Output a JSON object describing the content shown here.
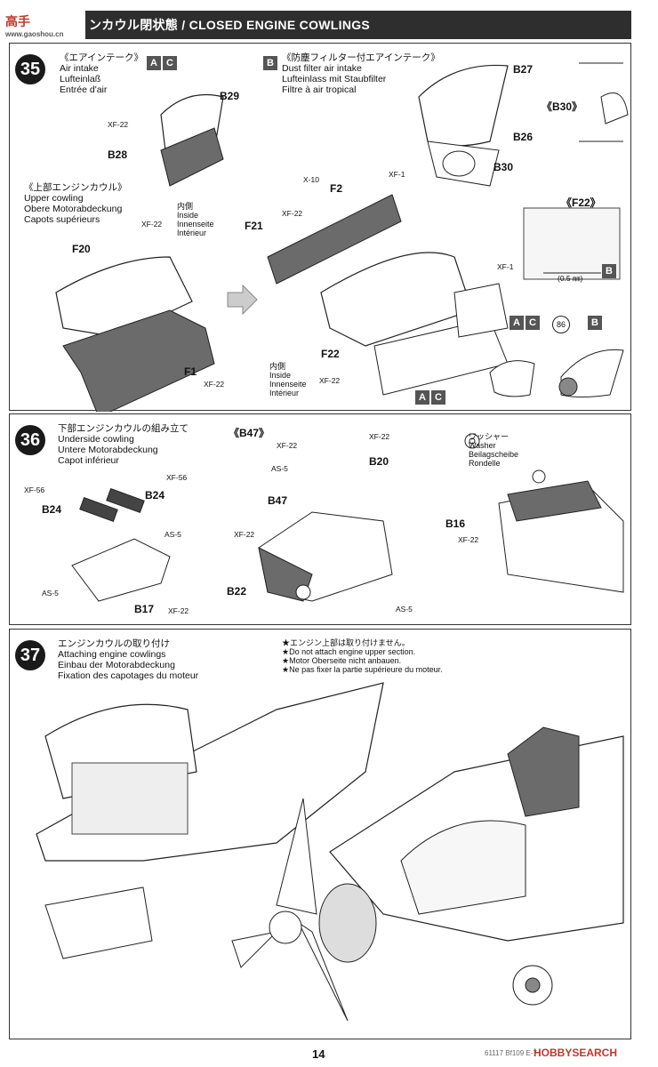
{
  "header": {
    "logo": "高手",
    "logo_sub": "www.gaoshou.cn",
    "title": "ンカウル閉状態 / CLOSED ENGINE COWLINGS"
  },
  "step35": {
    "number": "35",
    "air_intake": [
      "《エアインテーク》",
      "Air intake",
      "Lufteinlaß",
      "Entrée d'air"
    ],
    "dust_filter": [
      "《防塵フィルター付エアインテーク》",
      "Dust filter air intake",
      "Lufteinlass mit Staubfilter",
      "Filtre à air tropical"
    ],
    "upper_cowling": [
      "《上部エンジンカウル》",
      "Upper cowling",
      "Obere Motorabdeckung",
      "Capots supérieurs"
    ],
    "inside_a": [
      "内側",
      "Inside",
      "Innenseite",
      "Intérieur"
    ],
    "inside_b": [
      "内側",
      "Inside",
      "Innenseite",
      "Intérieur"
    ],
    "labels": {
      "b29": "B29",
      "b28": "B28",
      "b27": "B27",
      "b26": "B26",
      "b30": "B30",
      "b30_detail": "《B30》",
      "f22_detail": "《F22》",
      "f2": "F2",
      "f21": "F21",
      "f20": "F20",
      "f1": "F1",
      "f22": "F22"
    },
    "colors": {
      "xf22_a": "XF-22",
      "x10": "X-10",
      "xf1_a": "XF-1",
      "xf22_b": "XF-22",
      "xf22_c": "XF-22",
      "xf1_b": "XF-1",
      "xf22_d": "XF-22",
      "xf22_e": "XF-22"
    },
    "badges": {
      "a1": "A",
      "c1": "C",
      "b1": "B",
      "b2": "B",
      "a2": "A",
      "c2": "C",
      "b3": "B",
      "a3": "A",
      "c3": "C"
    },
    "dimension": "(0.5 ㎜)",
    "circle_num": "86"
  },
  "step36": {
    "number": "36",
    "title": [
      "下部エンジンカウルの組み立て",
      "Underside cowling",
      "Untere Motorabdeckung",
      "Capot inférieur"
    ],
    "washer": [
      "ワッシャー",
      "Washer",
      "Beilagscheibe",
      "Rondelle"
    ],
    "labels": {
      "b47_detail": "《B47》",
      "b24_a": "B24",
      "b24_b": "B24",
      "b17": "B17",
      "b20": "B20",
      "b47": "B47",
      "b22": "B22",
      "b16": "B16"
    },
    "colors": {
      "xf22_a": "XF-22",
      "as5_a": "AS-5",
      "xf56_a": "XF-56",
      "xf56_b": "XF-56",
      "as5_b": "AS-5",
      "as5_c": "AS-5",
      "xf22_b": "XF-22",
      "xf22_c": "XF-22",
      "xf22_d": "XF-22",
      "as5_d": "AS-5",
      "xf22_e": "XF-22"
    }
  },
  "step37": {
    "number": "37",
    "title": [
      "エンジンカウルの取り付け",
      "Attaching engine cowlings",
      "Einbau der Motorabdeckung",
      "Fixation des capotages du moteur"
    ],
    "notes": [
      "★エンジン上部は取り付けません。",
      "★Do not attach engine upper section.",
      "★Motor Oberseite nicht anbauen.",
      "★Ne pas fixer la partie supérieure du moteur."
    ]
  },
  "footer": {
    "page_number": "14",
    "code": "61117 Bf109 E-7",
    "watermark": "HOBBYSEARCH"
  }
}
